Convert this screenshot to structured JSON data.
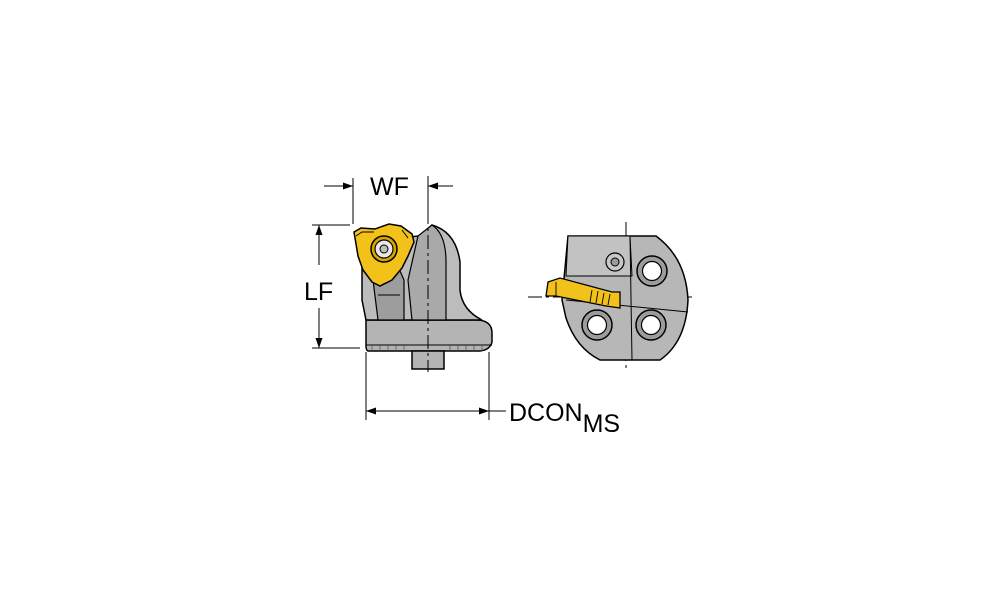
{
  "dimensions": {
    "wf": "WF",
    "lf": "LF",
    "dcon": "DCON",
    "dcon_sub": "MS"
  },
  "colors": {
    "body": "#b8b8b8",
    "body_dark": "#a8a8a8",
    "insert": "#f2c21a",
    "insert_dark": "#c89a00",
    "line": "#000000",
    "background": "#ffffff"
  }
}
